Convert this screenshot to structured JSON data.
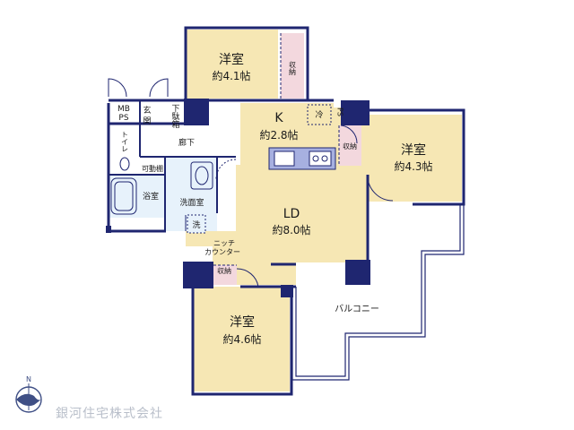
{
  "rooms": {
    "bedroom_top": {
      "name": "洋室",
      "size": "約4.1帖"
    },
    "kitchen": {
      "name": "K",
      "size": "約2.8帖"
    },
    "bedroom_right": {
      "name": "洋室",
      "size": "約4.3帖"
    },
    "living_dining": {
      "name": "LD",
      "size": "約8.0帖"
    },
    "bedroom_bottom": {
      "name": "洋室",
      "size": "約4.6帖"
    }
  },
  "labels": {
    "mb_ps_1": "MB",
    "mb_ps_2": "PS",
    "entrance_1": "玄",
    "entrance_2": "関",
    "shoe_box_1": "下",
    "shoe_box_2": "駄",
    "shoe_box_3": "箱",
    "toilet": "トイレ",
    "corridor": "廊下",
    "movable_shelf": "可動棚",
    "bathroom": "浴室",
    "washroom": "洗面室",
    "washer": "洗",
    "fridge": "冷",
    "ps": "PS",
    "storage_top": "収納",
    "storage_right": "収納",
    "storage_bottom": "収納",
    "niche_1": "ニッチ",
    "niche_2": "カウンター",
    "balcony": "バルコニー"
  },
  "company": "銀河住宅株式会社",
  "colors": {
    "room_fill": "#f6e7b4",
    "wall": "#1f2670",
    "storage_fill": "#f3d8de",
    "kitchen_counter": "#a7b0e0",
    "wet_area_fill": "#e7f2fb",
    "compass": "#3f4f85"
  }
}
